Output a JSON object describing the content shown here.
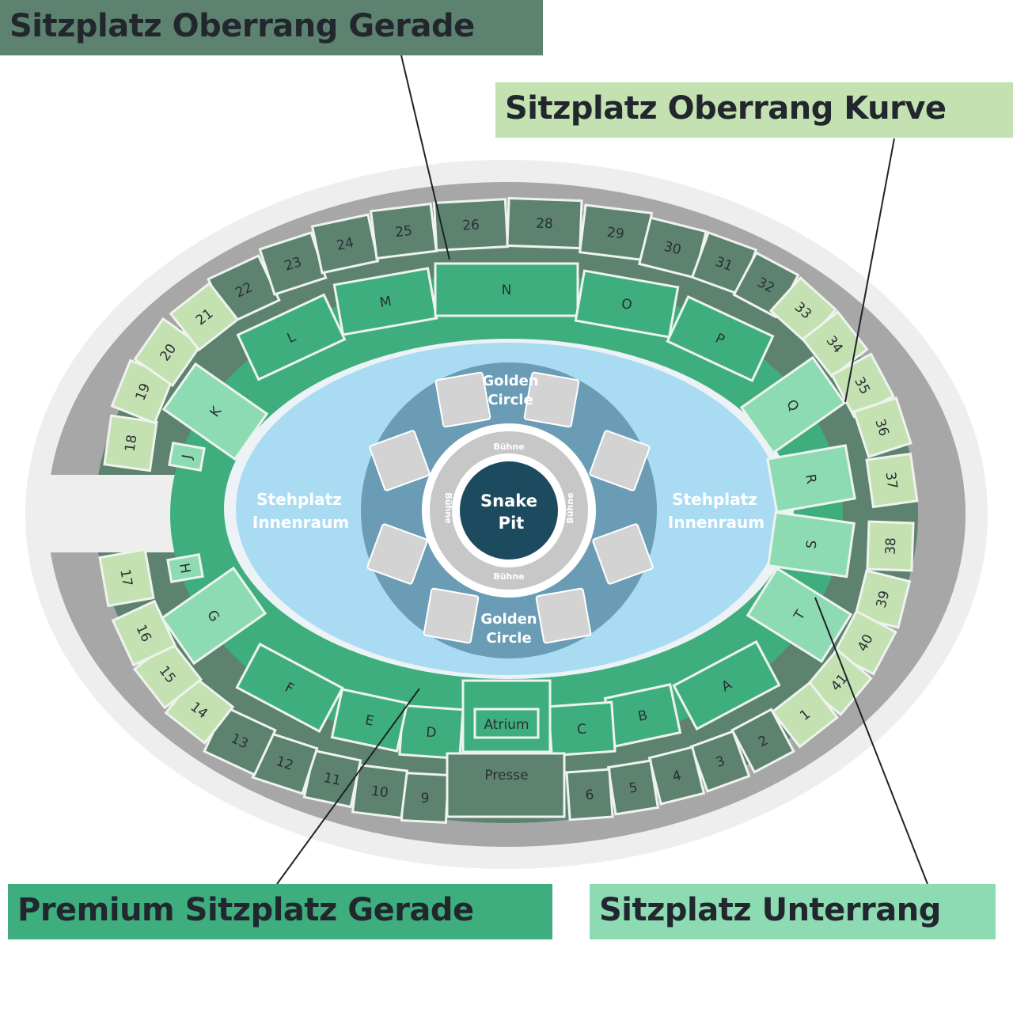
{
  "labels": {
    "oberrang_gerade": "Sitzplatz Oberrang Gerade",
    "oberrang_kurve": "Sitzplatz Oberrang Kurve",
    "premium_gerade": "Premium Sitzplatz Gerade",
    "unterrang": "Sitzplatz Unterrang"
  },
  "center": {
    "snake_pit": [
      "Snake",
      "Pit"
    ],
    "golden_circle": [
      "Golden",
      "Circle"
    ],
    "stage": "Bühne",
    "standing": [
      "Stehplatz",
      "Innenraum"
    ]
  },
  "sections": {
    "upper_straight": [
      "22",
      "23",
      "24",
      "25",
      "26",
      "28",
      "29",
      "30",
      "31",
      "32",
      "2",
      "3",
      "4",
      "5",
      "6",
      "9",
      "10",
      "11",
      "12",
      "13"
    ],
    "upper_curve": [
      "17",
      "18",
      "19",
      "20",
      "21",
      "33",
      "34",
      "35",
      "36",
      "37",
      "38",
      "39",
      "40",
      "41",
      "1",
      "14",
      "15",
      "16"
    ],
    "premium_lower": [
      "L",
      "M",
      "N",
      "O",
      "P",
      "A",
      "B",
      "C",
      "D",
      "E",
      "F"
    ],
    "lower_curve": [
      "K",
      "J",
      "H",
      "G",
      "Q",
      "R",
      "S",
      "T"
    ],
    "special": [
      "Atrium",
      "Presse"
    ]
  },
  "colors": {
    "oberrang_gerade": "#5d8270",
    "oberrang_kurve": "#c4e1b2",
    "premium_gerade": "#3fae7e",
    "unterrang": "#8ddbb3",
    "standing": "#a9dcf2",
    "golden_circle": "#6a9db5",
    "snake_pit": "#1c4a5e",
    "outer_ring": "#a7a7a7"
  }
}
